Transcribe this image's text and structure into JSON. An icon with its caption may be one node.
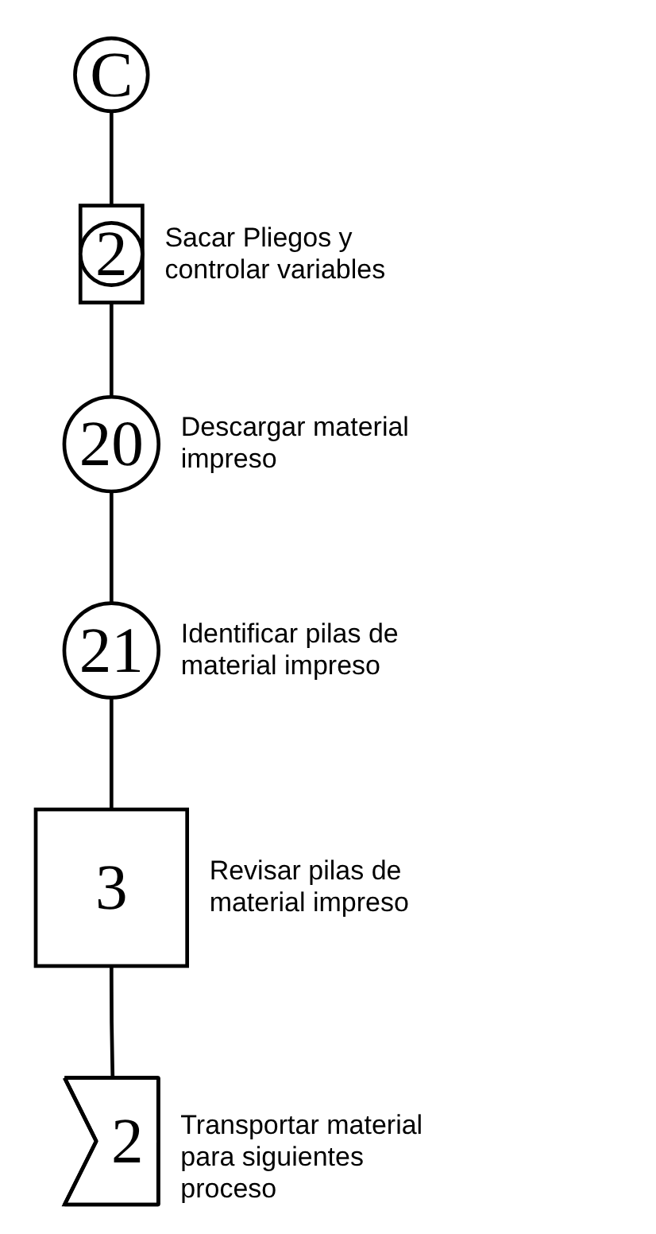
{
  "diagram": {
    "nodes": [
      {
        "text": [
          "C"
        ]
      },
      {
        "text": [
          "2"
        ],
        "beside": [
          "Sacar Pliegos y controlar variables"
        ]
      },
      {
        "text": [
          "20"
        ],
        "beside": [
          "Descargar material impreso"
        ]
      },
      {
        "text": [
          "21"
        ],
        "beside": [
          "Identificar pilas de material impreso"
        ]
      },
      {
        "text": [
          "3"
        ],
        "beside": [
          "Revisar pilas de material impreso"
        ]
      },
      {
        "text": [
          "2"
        ],
        "beside": [
          "Transportar material para siguientes proceso"
        ]
      }
    ],
    "edges": [
      {
        "from": 0,
        "to": 1,
        "arrow": "none"
      },
      {
        "from": 1,
        "to": 2,
        "arrow": "none"
      },
      {
        "from": 2,
        "to": 3,
        "arrow": "none"
      },
      {
        "from": 3,
        "to": 4,
        "arrow": "none"
      },
      {
        "from": 4,
        "to": 5,
        "arrow": "none"
      }
    ]
  }
}
